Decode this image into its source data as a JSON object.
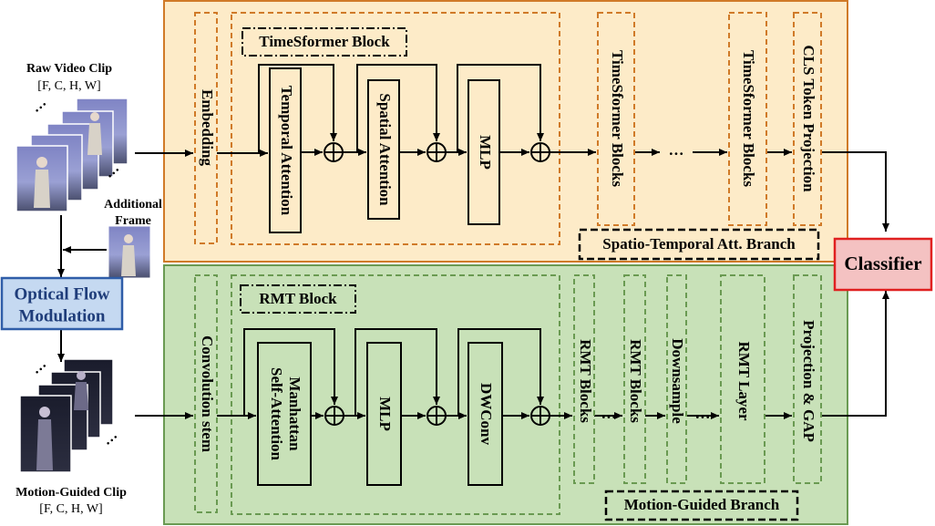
{
  "left": {
    "raw_title": "Raw Video Clip",
    "raw_dims": "[F, C, H, W]",
    "additional_line1": "Additional",
    "additional_line2": "Frame",
    "ofm_line1": "Optical Flow",
    "ofm_line2": "Modulation",
    "mg_title": "Motion-Guided Clip",
    "mg_dims": "[F, C, H, W]"
  },
  "top_branch": {
    "embedding": "Embedding",
    "block_label": "TimeSformer Block",
    "temporal_attention": "Temporal Attention",
    "spatial_attention": "Spatial Attention",
    "mlp": "MLP",
    "blocks1": "TimeSformer Blocks",
    "ellipsis": "···",
    "blocks2": "TimeSformer Blocks",
    "cls_projection": "CLS Token Projection",
    "branch_name": "Spatio-Temporal Att. Branch"
  },
  "bottom_branch": {
    "conv_stem": "Convolution stem",
    "block_label": "RMT Block",
    "manhattan_line1": "Manhattan",
    "manhattan_line2": "Self-Attention",
    "mlp": "MLP",
    "dwconv": "DWConv",
    "rmt_blocks1": "RMT Blocks",
    "ellipsis1": "···",
    "rmt_blocks2": "RMT Blocks",
    "downsample": "Downsample",
    "ellipsis2": "···",
    "rmt_layer": "RMT Layer",
    "projection": "Projection & GAP",
    "branch_name": "Motion-Guided Branch"
  },
  "classifier": "Classifier",
  "colors": {
    "top_panel_fill": "#fdebc8",
    "top_panel_border": "#d07a28",
    "bottom_panel_fill": "#c8e1b8",
    "bottom_panel_border": "#6a9a52",
    "ofm_fill": "#c5d9f1",
    "ofm_border": "#2f5da8",
    "ofm_text": "#1f3d7a",
    "classifier_fill": "#f4c2c2",
    "classifier_border": "#e02020"
  }
}
